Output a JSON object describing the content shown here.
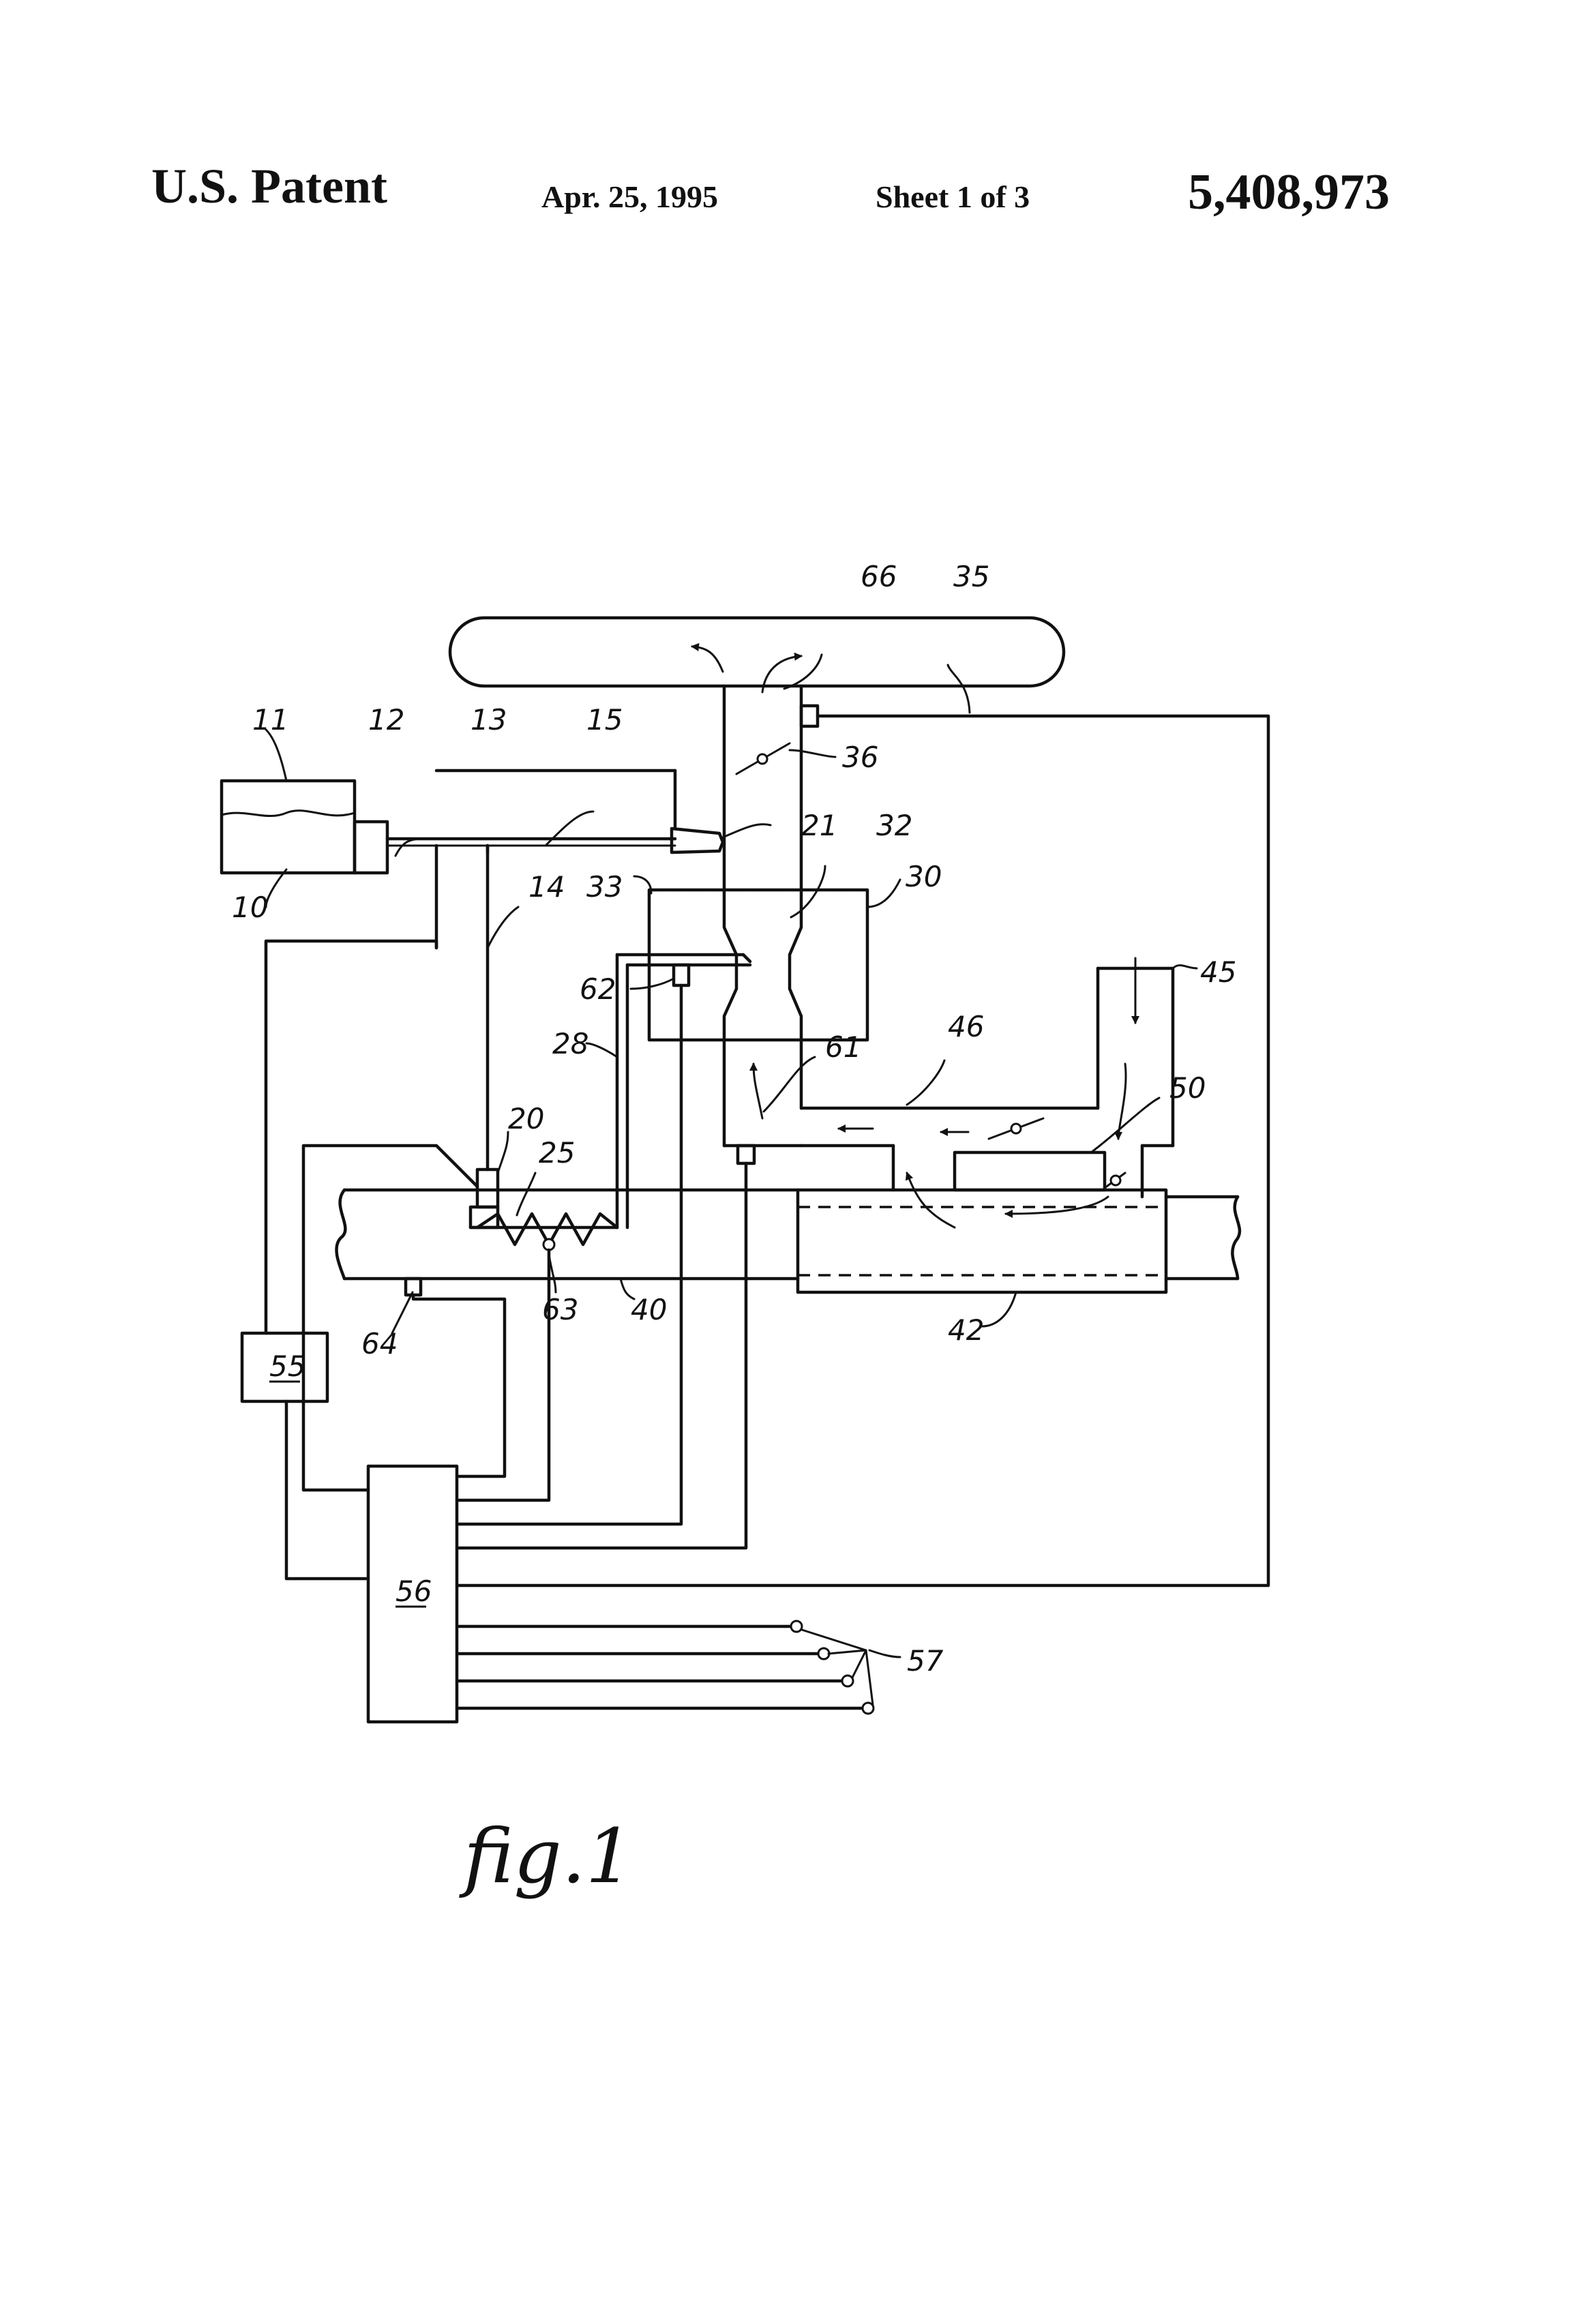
{
  "header": {
    "title": "U.S. Patent",
    "date": "Apr. 25, 1995",
    "sheet": "Sheet 1 of 3",
    "patent_number": "5,408,973"
  },
  "figure": {
    "caption": "fig.1",
    "reference_numerals": {
      "n10": "10",
      "n11": "11",
      "n12": "12",
      "n13": "13",
      "n14": "14",
      "n15": "15",
      "n20": "20",
      "n21": "21",
      "n25": "25",
      "n28": "28",
      "n30": "30",
      "n32": "32",
      "n33": "33",
      "n35": "35",
      "n36": "36",
      "n40": "40",
      "n42": "42",
      "n45": "45",
      "n46": "46",
      "n50": "50",
      "n55": "55",
      "n56": "56",
      "n57": "57",
      "n61": "61",
      "n62": "62",
      "n63": "63",
      "n64": "64",
      "n66": "66"
    }
  },
  "colors": {
    "ink": "#111111",
    "paper": "#ffffff"
  }
}
